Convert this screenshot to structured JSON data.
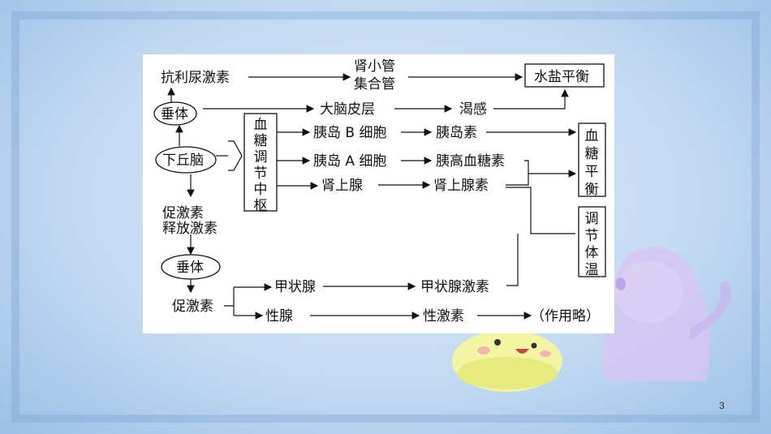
{
  "diagram": {
    "adh": "抗利尿激素",
    "kidney_tubule": "肾小管",
    "collecting_duct": "集合管",
    "water_salt_balance": "水盐平衡",
    "pituitary_top": "垂体",
    "cerebral_cortex": "大脑皮层",
    "thirst": "渴感",
    "hypothalamus": "下丘脑",
    "glucose_center": "血糖调节中枢",
    "beta_cell": "胰岛 B 细胞",
    "insulin": "胰岛素",
    "alpha_cell": "胰岛 A 细胞",
    "glucagon": "胰高血糖素",
    "adrenal": "肾上腺",
    "adrenaline": "肾上腺素",
    "glucose_balance": "血糖平衡",
    "releasing_hormone_line1": "促激素",
    "releasing_hormone_line2": "释放激素",
    "temperature_regulation": "调节体温",
    "pituitary_bottom": "垂体",
    "tropic_hormone": "促激素",
    "thyroid": "甲状腺",
    "thyroxine": "甲状腺激素",
    "gonad": "性腺",
    "sex_hormone": "性激素",
    "action_omitted": "（作用略）"
  },
  "page": {
    "number": "3"
  },
  "colors": {
    "slide_bg": "#b9d3ee",
    "cat": "#cdbcf0",
    "blob": "#f3f39a"
  }
}
